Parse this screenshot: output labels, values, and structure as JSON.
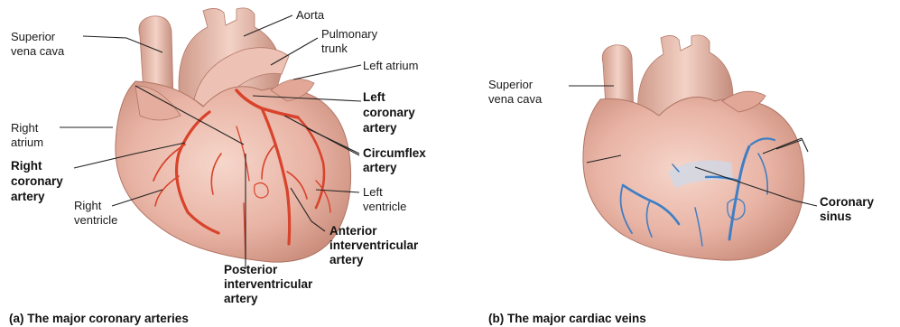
{
  "panel_a": {
    "caption": "(a) The major coronary arteries",
    "labels": {
      "aorta": "Aorta",
      "svc": [
        "Superior",
        "vena cava"
      ],
      "pulmonary_trunk": [
        "Pulmonary",
        "trunk"
      ],
      "left_atrium": "Left atrium",
      "left_coronary_artery": [
        "Left",
        "coronary",
        "artery"
      ],
      "right_atrium": [
        "Right",
        "atrium"
      ],
      "right_coronary_artery": [
        "Right",
        "coronary",
        "artery"
      ],
      "circumflex_artery": [
        "Circumflex",
        "artery"
      ],
      "right_ventricle": [
        "Right",
        "ventricle"
      ],
      "left_ventricle": [
        "Left",
        "ventricle"
      ],
      "anterior_interventricular_artery": [
        "Anterior",
        "interventricular",
        "artery"
      ],
      "posterior_interventricular_artery": [
        "Posterior",
        "interventricular",
        "artery"
      ]
    }
  },
  "panel_b": {
    "caption": "(b) The major cardiac veins",
    "labels": {
      "svc": [
        "Superior",
        "vena cava"
      ],
      "coronary_sinus": [
        "Coronary",
        "sinus"
      ]
    }
  },
  "colors": {
    "heart_tissue": "#e8b3a4",
    "heart_shadow": "#c98b7a",
    "artery": "#d8432c",
    "vein": "#3f7ec4"
  }
}
